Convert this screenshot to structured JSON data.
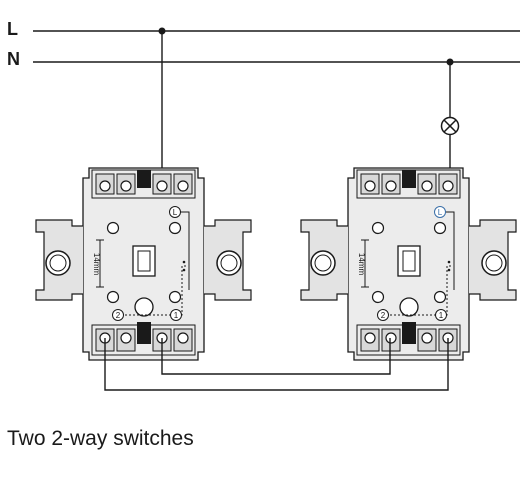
{
  "lines": {
    "live": "L",
    "neutral": "N"
  },
  "switches": [
    {
      "terminal_top": "L",
      "terminal_left": "2",
      "terminal_right": "1",
      "dimension": "14mm"
    },
    {
      "terminal_top": "L",
      "terminal_left": "2",
      "terminal_right": "1",
      "dimension": "14mm"
    }
  ],
  "caption": "Two 2-way switches",
  "colors": {
    "line": "#1a1a1a",
    "body_fill": "#ececec",
    "clip_fill": "#e3e3e3",
    "terminal_fill": "#d8d8d8",
    "label_L": "#3a6fa8"
  },
  "icons": {
    "lamp": "lamp-cross-icon",
    "junction": "junction-dot-icon"
  }
}
